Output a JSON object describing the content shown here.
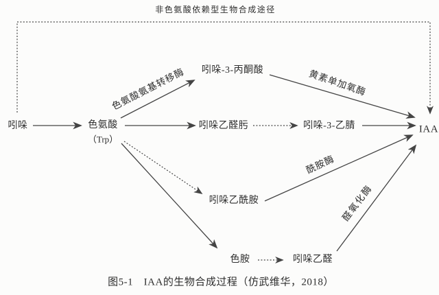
{
  "colors": {
    "background": "#fcfcfb",
    "ink": "#2e2e2e",
    "line": "#444444"
  },
  "diagram": {
    "non_trp_pathway_label": "非色氨酸依赖型生物合成途径",
    "nodes": {
      "indole": "吲哚",
      "tryptophan": "色氨酸",
      "tryptophan_abbr": "（Trp）",
      "indole_3_pyruvate": "吲哚-3-丙酮酸",
      "indole_acetaldoxime": "吲哚乙醛肟",
      "indole_3_acetonitrile": "吲哚-3-乙腈",
      "indole_acetamide": "吲哚乙酰胺",
      "tryptamine": "色胺",
      "indole_acetaldehyde": "吲哚乙醛",
      "iaa": "IAA"
    },
    "enzymes": {
      "tryptophan_aminotransferase": "色氨酸氨基转移酶",
      "flavin_monooxygenase": "黄素单加氧酶",
      "amidase": "酰胺酶",
      "aldehyde_oxidase": "醛氧化酶"
    },
    "caption": "图5-1　IAA的生物合成过程（仿武维华，2018）"
  }
}
